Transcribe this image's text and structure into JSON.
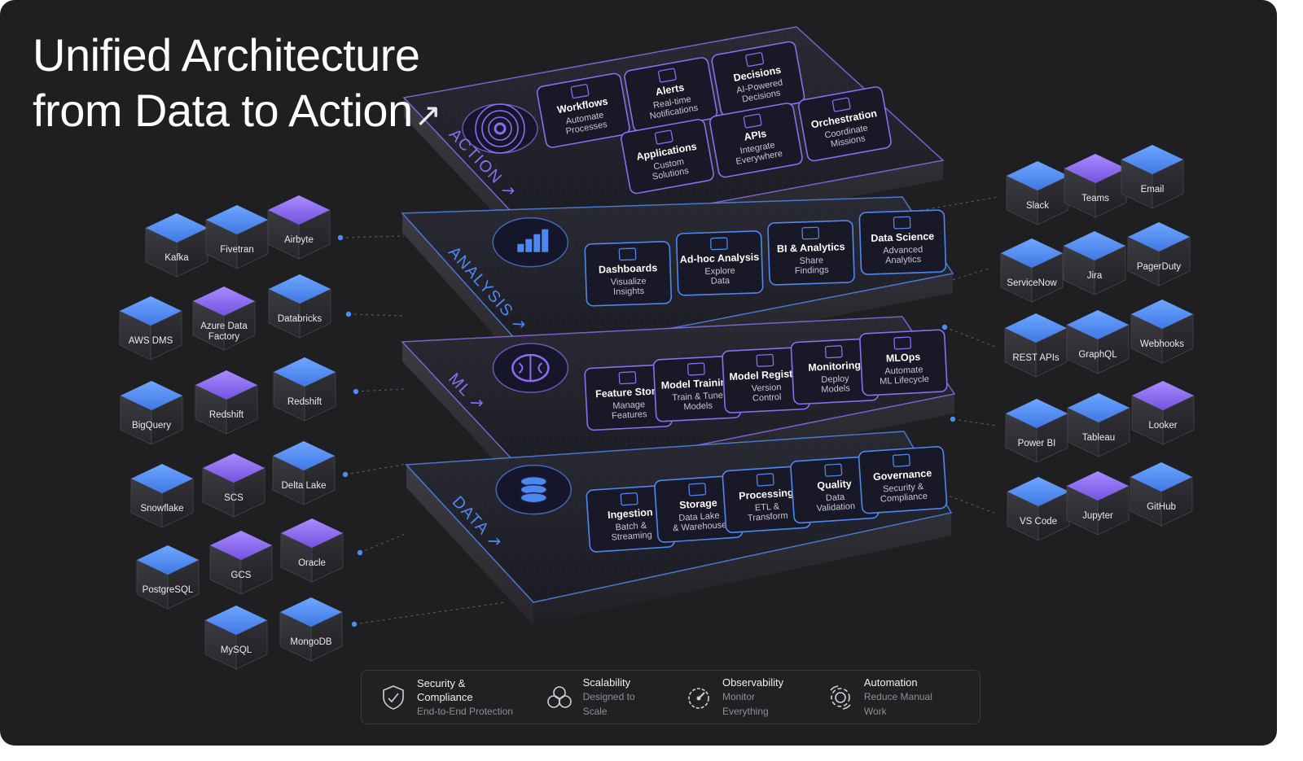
{
  "title": {
    "line1": "Unified Architecture",
    "line2": "from Data to Action",
    "arrow": "↗"
  },
  "layers": [
    {
      "label": "ACTION ↗",
      "icon": "target-icon",
      "accent": "#8d6cf0",
      "modules": [
        {
          "title": "Workflows",
          "sub": [
            "Automate",
            "Processes"
          ]
        },
        {
          "title": "Alerts",
          "sub": [
            "Real-time",
            "Notifications"
          ]
        },
        {
          "title": "Decisions",
          "sub": [
            "AI-Powered",
            "Decisions"
          ]
        },
        {
          "title": "Applications",
          "sub": [
            "Custom",
            "Solutions"
          ]
        },
        {
          "title": "APIs",
          "sub": [
            "Integrate",
            "Everywhere"
          ]
        },
        {
          "title": "Orchestration",
          "sub": [
            "Coordinate",
            "Missions"
          ]
        }
      ]
    },
    {
      "label": "ANALYSIS ↗",
      "icon": "bar-chart-icon",
      "accent": "#4f87f0",
      "modules": [
        {
          "title": "Dashboards",
          "sub": [
            "Visualize",
            "Insights"
          ]
        },
        {
          "title": "Ad-hoc Analysis",
          "sub": [
            "Explore",
            "Data"
          ]
        },
        {
          "title": "BI & Analytics",
          "sub": [
            "Share",
            "Findings"
          ]
        },
        {
          "title": "Data Science",
          "sub": [
            "Advanced",
            "Analytics"
          ]
        }
      ]
    },
    {
      "label": "ML ↗",
      "icon": "brain-icon",
      "accent": "#8d6cf0",
      "modules": [
        {
          "title": "Feature Store",
          "sub": [
            "Manage",
            "Features"
          ]
        },
        {
          "title": "Model Training",
          "sub": [
            "Train & Tune",
            "Models"
          ]
        },
        {
          "title": "Model Registry",
          "sub": [
            "Version",
            "Control"
          ]
        },
        {
          "title": "Monitoring",
          "sub": [
            "Deploy",
            "Models"
          ]
        },
        {
          "title": "MLOps",
          "sub": [
            "Automate",
            "ML Lifecycle"
          ]
        }
      ]
    },
    {
      "label": "DATA ↗",
      "icon": "database-icon",
      "accent": "#4f87f0",
      "modules": [
        {
          "title": "Ingestion",
          "sub": [
            "Batch &",
            "Streaming"
          ]
        },
        {
          "title": "Storage",
          "sub": [
            "Data Lake",
            "& Warehouse"
          ]
        },
        {
          "title": "Processing",
          "sub": [
            "ETL &",
            "Transform"
          ]
        },
        {
          "title": "Quality",
          "sub": [
            "Data",
            "Validation"
          ]
        },
        {
          "title": "Governance",
          "sub": [
            "Security &",
            "Compliance"
          ]
        }
      ]
    }
  ],
  "sources": [
    {
      "label": "Kafka",
      "color": "blue"
    },
    {
      "label": "Fivetran",
      "color": "blue"
    },
    {
      "label": "Airbyte",
      "color": "purple"
    },
    {
      "label": "AWS DMS",
      "color": "blue"
    },
    {
      "label": "Azure Data Factory",
      "color": "purple"
    },
    {
      "label": "Databricks",
      "color": "blue"
    },
    {
      "label": "BigQuery",
      "color": "blue"
    },
    {
      "label": "Redshift",
      "color": "purple"
    },
    {
      "label": "Redshift",
      "color": "blue"
    },
    {
      "label": "Snowflake",
      "color": "blue"
    },
    {
      "label": "SCS",
      "color": "purple"
    },
    {
      "label": "Delta Lake",
      "color": "blue"
    },
    {
      "label": "PostgreSQL",
      "color": "blue"
    },
    {
      "label": "GCS",
      "color": "purple"
    },
    {
      "label": "Oracle",
      "color": "purple"
    },
    {
      "label": "MySQL",
      "color": "blue"
    },
    {
      "label": "MongoDB",
      "color": "blue"
    }
  ],
  "destinations": [
    {
      "label": "Slack",
      "color": "blue"
    },
    {
      "label": "Teams",
      "color": "purple"
    },
    {
      "label": "Email",
      "color": "blue"
    },
    {
      "label": "ServiceNow",
      "color": "blue"
    },
    {
      "label": "Jira",
      "color": "blue"
    },
    {
      "label": "PagerDuty",
      "color": "blue"
    },
    {
      "label": "REST APIs",
      "color": "blue"
    },
    {
      "label": "GraphQL",
      "color": "blue"
    },
    {
      "label": "Webhooks",
      "color": "blue"
    },
    {
      "label": "Power BI",
      "color": "blue"
    },
    {
      "label": "Tableau",
      "color": "blue"
    },
    {
      "label": "Looker",
      "color": "purple"
    },
    {
      "label": "VS Code",
      "color": "blue"
    },
    {
      "label": "Jupyter",
      "color": "purple"
    },
    {
      "label": "GitHub",
      "color": "blue"
    }
  ],
  "colors": {
    "blue": "#4d8cf5",
    "purple": "#8f6cf0",
    "background": "#1f1f21"
  },
  "features": [
    {
      "title": "Security & Compliance",
      "sub": "End-to-End Protection",
      "icon": "shield-icon"
    },
    {
      "title": "Scalability",
      "sub": "Designed to Scale",
      "icon": "circles-icon"
    },
    {
      "title": "Observability",
      "sub": "Monitor Everything",
      "icon": "gauge-icon"
    },
    {
      "title": "Automation",
      "sub": "Reduce Manual Work",
      "icon": "gear-icon"
    }
  ]
}
